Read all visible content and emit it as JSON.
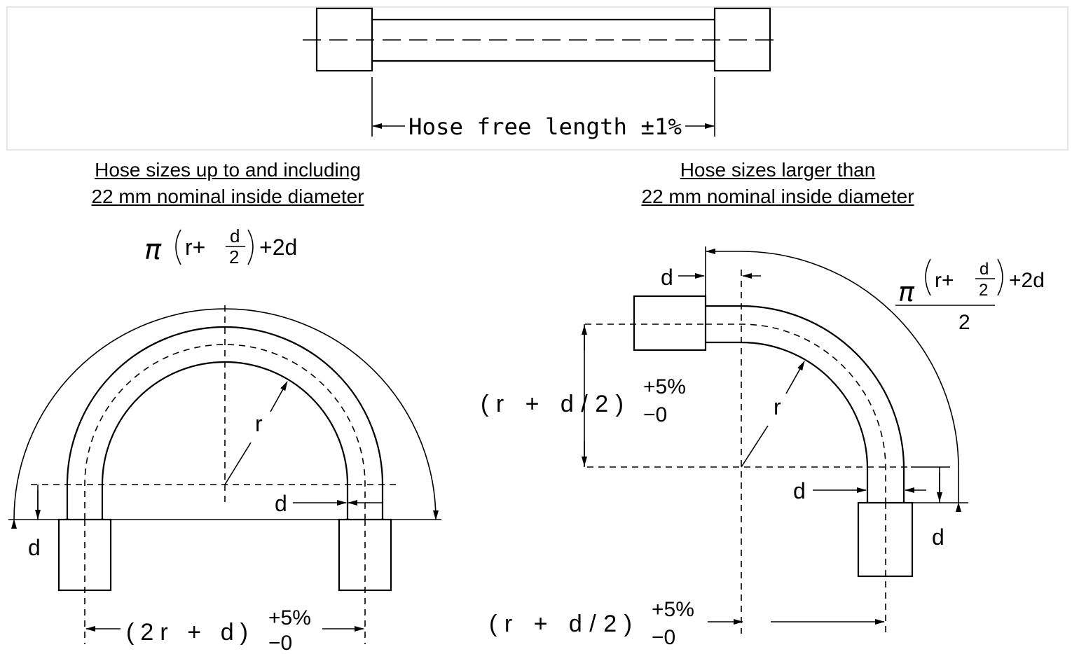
{
  "top": {
    "length_label": "Hose free length ±1%"
  },
  "left": {
    "heading_line1": "Hose sizes up to and including",
    "heading_line2": "22 mm nominal inside diameter",
    "formula_pi": "π",
    "formula_r": "r+",
    "formula_d": "d",
    "formula_2": "2",
    "formula_tail": "+2d",
    "label_r": "r",
    "label_d_right": "d",
    "label_d_left": "d",
    "bottom_dim": "(2r  +  d)",
    "tol_plus": "+5%",
    "tol_minus": "−0"
  },
  "right": {
    "heading_line1": "Hose sizes larger than",
    "heading_line2": "22 mm nominal inside diameter",
    "formula_pi": "π",
    "formula_r": "r+",
    "formula_d": "d",
    "formula_2": "2",
    "formula_tail": "+2d",
    "formula_den": "2",
    "label_d_top": "d",
    "label_r": "r",
    "side_dim": "(r  +  d/2)",
    "side_tol_plus": "+5%",
    "side_tol_minus": "−0",
    "label_d_mid": "d",
    "label_d_right": "d",
    "bottom_dim": "(r  +  d/2)",
    "bottom_tol_plus": "+5%",
    "bottom_tol_minus": "−0"
  }
}
